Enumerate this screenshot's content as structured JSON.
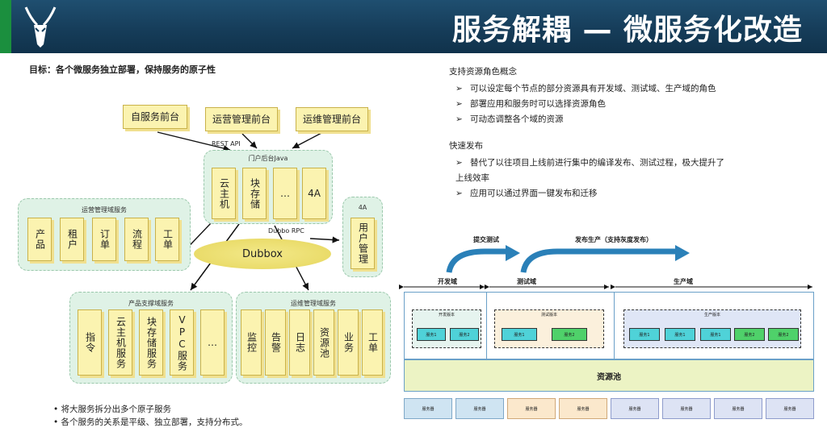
{
  "header": {
    "title": "服务解耦 — 微服务化改造"
  },
  "goal": "目标：各个微服务独立部署，保持服务的原子性",
  "top_boxes": [
    "自服务前台",
    "运营管理前台",
    "运维管理前台"
  ],
  "rest_api": "REST API",
  "portal": {
    "title": "门户后台Java",
    "items": [
      "云主机",
      "块存储",
      "…",
      "4A"
    ]
  },
  "ops_mgmt": {
    "title": "运营管理域服务",
    "items": [
      "产品",
      "租户",
      "订单",
      "流程",
      "工单"
    ]
  },
  "side_4a": {
    "title": "4A",
    "item": "用户管理"
  },
  "dubbo_rpc": "Dubbo RPC",
  "dubbox": "Dubbox",
  "product_support": {
    "title": "产品支撑域服务",
    "items": [
      "指令",
      "云主机服务",
      "块存储服务",
      "VPC服务",
      "…"
    ]
  },
  "ops_maint": {
    "title": "运维管理域服务",
    "items": [
      "监控",
      "告警",
      "日志",
      "资源池",
      "业务",
      "工单"
    ]
  },
  "bullets": [
    "将大服务拆分出多个原子服务",
    "各个服务的关系是平级、独立部署，支持分布式。"
  ],
  "right": {
    "sec1": "支持资源角色概念",
    "sec1_items": [
      "可以设定每个节点的部分资源具有开发域、测试域、生产域的角色",
      "部署应用和服务时可以选择资源角色",
      "可动态调整各个域的资源"
    ],
    "sec2": "快速发布",
    "sec2_items": [
      "替代了以往项目上线前进行集中的编译发布、测试过程，极大提升了上线效率",
      "应用可以通过界面一键发布和迁移"
    ],
    "arrow_glyph": "➢"
  },
  "flow": {
    "submit_test": "提交测试",
    "release_prod": "发布生产（支持灰度发布）",
    "domains": [
      "开发域",
      "测试域",
      "生产域"
    ],
    "versions": [
      "开发版本",
      "测试版本",
      "生产版本"
    ],
    "svc1": "服务1",
    "svc2": "服务2",
    "pool": "资源池",
    "pool_cell": "服务器"
  },
  "colors": {
    "header": "#163d5a",
    "accent_green": "#1b8f3e",
    "sticky": "#fbf3b0",
    "group": "#dff2e6"
  }
}
